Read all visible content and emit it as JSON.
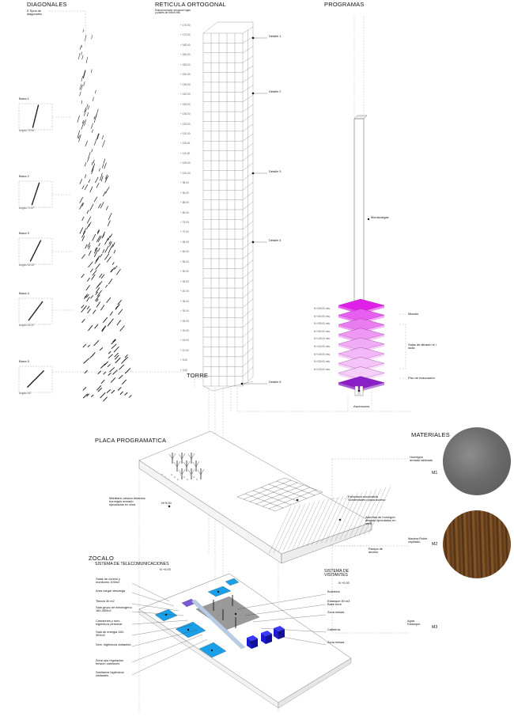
{
  "titles": {
    "diagonales": "DIAGONALES",
    "reticula": "RETICULA ORTOGONAL",
    "programas": "PROGRAMAS",
    "placa": "PLACA PROGRAMATICA",
    "materiales": "MATERIALES",
    "zocalo": "ZOCALO",
    "telecom": "SISTEMA DE TELECOMUNICACIONES",
    "visitantes": "SISTEMA DE VISITANTES",
    "torre": "TORRE"
  },
  "diagonales": {
    "subtitle": "5 Tipos de diagonales",
    "barras": [
      {
        "name": "Barra 1",
        "angle": "Angulo 75.96°",
        "deg": 75.96
      },
      {
        "name": "Barra 2",
        "angle": "Angulo 71.57°",
        "deg": 71.57
      },
      {
        "name": "Barra 3",
        "angle": "Angulo 63.43°",
        "deg": 63.43
      },
      {
        "name": "Barra 4",
        "angle": "Angulo 53.31°",
        "deg": 53.31
      },
      {
        "name": "Barra 5",
        "angle": "Angulo 45°",
        "deg": 45
      }
    ]
  },
  "reticula": {
    "note": "Estructura base ortogonal vigas y pilares de 5x5x5 mts",
    "detalles": [
      "Detalle 1",
      "Detalle 2",
      "Detalle 3",
      "Detalle 4",
      "Detalle 5"
    ],
    "levels": [
      "+ 175.00",
      "+ 170.00",
      "+ 165.00",
      "+ 160.00",
      "+ 155.00",
      "+ 150.00",
      "+ 145.00",
      "+ 140.00",
      "+ 135.00",
      "+ 130.00",
      "+ 125.00",
      "+ 120.00",
      "+ 115.00",
      "+ 110.00",
      "+ 105.00",
      "+ 100.00",
      "+ 95.00",
      "+ 90.00",
      "+ 85.00",
      "+ 80.00",
      "+ 75.00",
      "+ 70.00",
      "+ 65.00",
      "+ 60.00",
      "+ 55.00",
      "+ 50.00",
      "+ 45.00",
      "+ 40.00",
      "+ 35.00",
      "+ 30.00",
      "+ 25.00",
      "+ 20.00",
      "+ 15.00",
      "+ 10.00",
      "+ 5.00",
      "+ 0.00"
    ]
  },
  "programas": {
    "montacargas": "Montacargas",
    "mirador": "Mirador",
    "salas": "Salas de difusión tv / radio",
    "piso": "Piso de evacuación",
    "ascensores": "Ascensores",
    "levels": [
      "N+165.00 mts.",
      "N+160.00 mts.",
      "N+155.00 mts.",
      "N+150.00 mts.",
      "N+145.00 mts.",
      "N+140.00 mts.",
      "N+135.00 mts.",
      "N+130.00 mts.",
      "N+125.00 mts."
    ],
    "colors": [
      "#e020e8",
      "#e75ef0",
      "#ea7cf2",
      "#ee98f4",
      "#f1aaf6",
      "#f2b8f7",
      "#f4c4f8",
      "#f5cef9",
      "#8a1fc8"
    ]
  },
  "placa": {
    "mobiliario": "Mobiliario urbano Asientos hormigón armado ejecutados en obra",
    "nivel": "N+5.00",
    "estructura": "Estructura secundaria Sombreadero plaza acceso",
    "asientos": "Asientos de hormigón armado ejecutados en obra",
    "rampa": "Rampa de acceso"
  },
  "materiales": {
    "m1_label": "Hormigón armado tableado",
    "m1_code": "M1",
    "m2_label": "Madera Roble cepillado",
    "m2_code": "M2",
    "m3_label": "Agua Estanque",
    "m3_code": "M3"
  },
  "zocalo": {
    "telecom_nivel": "N +0.00",
    "visit_nivel": "N +0.00",
    "left_labels": [
      "Salas de control y monitoreo 100m2",
      "Area carga/ descarga",
      "Tienda 30 m2",
      "Sala grupo de electrogeno 160-300m2",
      "Camarines y serv. higiénicos personal",
      "Sala de energia 160-300m2",
      "Serv. higiénicos visitantes",
      "Zona ups regulación tensión camiones",
      "Sanitarios higiénicos visitantes"
    ],
    "right_labels": [
      "Boletería",
      "Estanque 50 m3 Base torre",
      "Zona mesas",
      "Cafetería",
      "Zona mesas"
    ],
    "blue": "#1aa0e8",
    "navy": "#1a1ad0"
  }
}
